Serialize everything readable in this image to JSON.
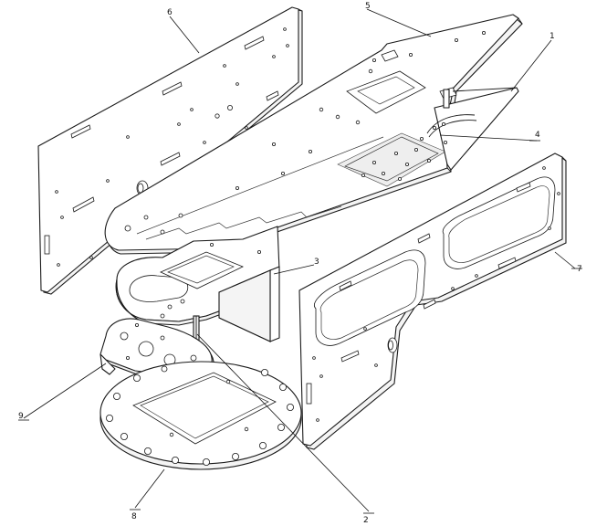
{
  "callouts": [
    {
      "id": "1",
      "label": "1"
    },
    {
      "id": "2",
      "label": "2"
    },
    {
      "id": "3",
      "label": "3"
    },
    {
      "id": "4",
      "label": "4"
    },
    {
      "id": "5",
      "label": "5"
    },
    {
      "id": "6",
      "label": "6"
    },
    {
      "id": "7",
      "label": "7"
    },
    {
      "id": "8",
      "label": "8"
    },
    {
      "id": "9",
      "label": "9"
    }
  ]
}
